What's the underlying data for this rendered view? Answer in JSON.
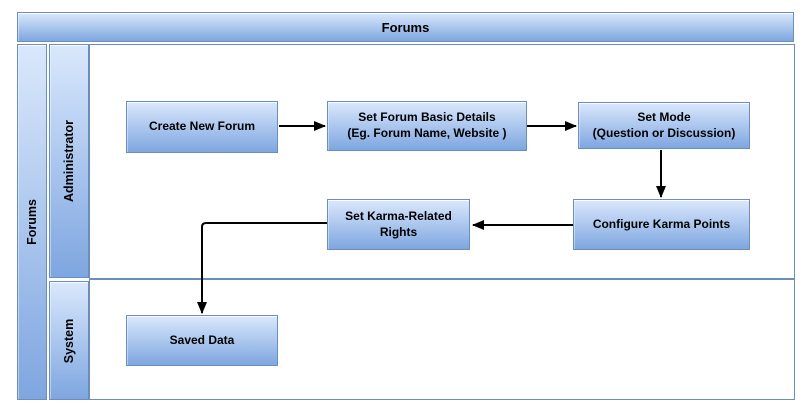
{
  "diagram": {
    "pool_title": "Forums",
    "pool_label": "Forums",
    "lanes": [
      {
        "label": "Administrator"
      },
      {
        "label": "System"
      }
    ],
    "nodes": [
      {
        "name": "create-new-forum",
        "lane": "Administrator",
        "label": "Create New Forum"
      },
      {
        "name": "set-forum-basic-details",
        "lane": "Administrator",
        "label": "Set Forum Basic Details\n(Eg. Forum Name, Website )"
      },
      {
        "name": "set-mode",
        "lane": "Administrator",
        "label": "Set Mode\n(Question or Discussion)"
      },
      {
        "name": "configure-karma-points",
        "lane": "Administrator",
        "label": "Configure Karma Points"
      },
      {
        "name": "set-karma-related-rights",
        "lane": "Administrator",
        "label": "Set Karma-Related\nRights"
      },
      {
        "name": "saved-data",
        "lane": "System",
        "label": "Saved Data"
      }
    ],
    "connections": [
      {
        "from": "create-new-forum",
        "to": "set-forum-basic-details"
      },
      {
        "from": "set-forum-basic-details",
        "to": "set-mode"
      },
      {
        "from": "set-mode",
        "to": "configure-karma-points"
      },
      {
        "from": "configure-karma-points",
        "to": "set-karma-related-rights"
      },
      {
        "from": "set-karma-related-rights",
        "to": "saved-data"
      }
    ],
    "colors": {
      "node_fill_light": "#dae8fc",
      "node_fill_dark": "#7ea6e0",
      "node_border": "#6c8ebf",
      "lane_border": "#6c8ebf",
      "arrow": "#000000",
      "text": "#000000",
      "background": "#ffffff"
    }
  }
}
